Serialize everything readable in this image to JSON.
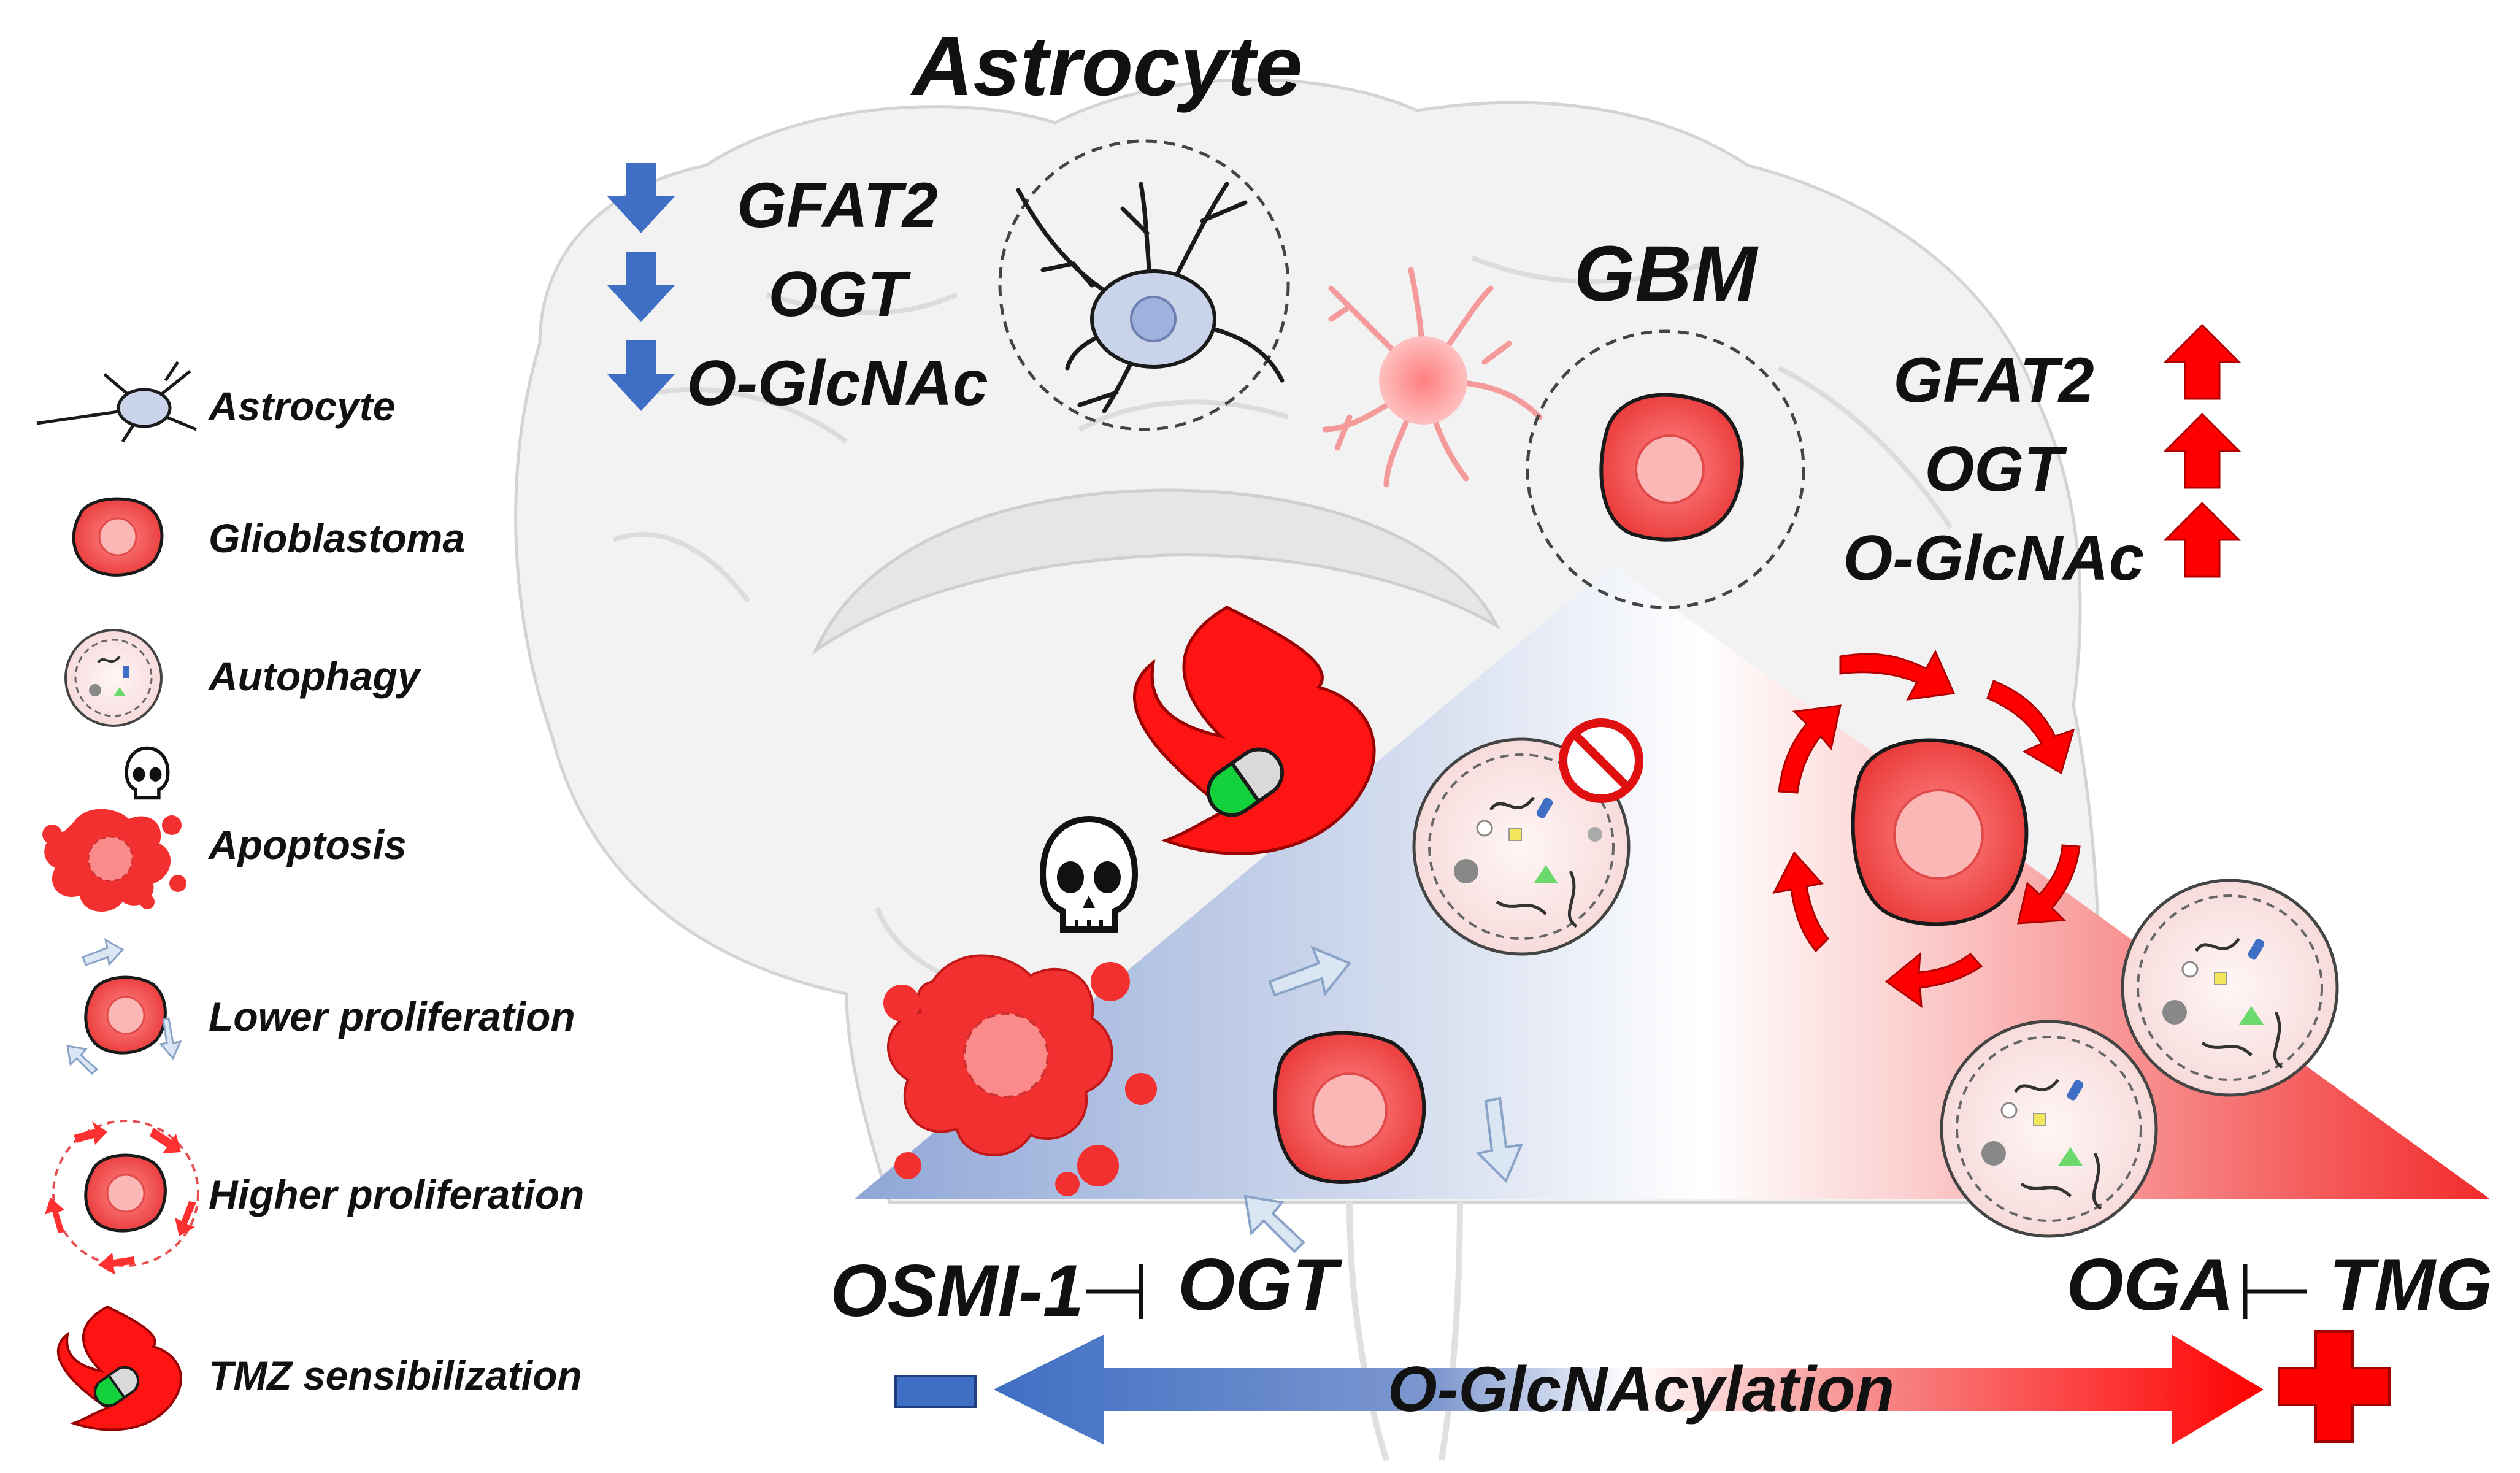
{
  "title": "Astrocyte",
  "gbm_label": "GBM",
  "astrocyte_markers": [
    "GFAT2",
    "OGT",
    "O-GlcNAc"
  ],
  "gbm_markers": [
    "GFAT2",
    "OGT",
    "O-GlcNAc"
  ],
  "legend": [
    {
      "label": "Astrocyte",
      "icon": "astrocyte-icon"
    },
    {
      "label": "Glioblastoma",
      "icon": "glioblastoma-cell-icon"
    },
    {
      "label": "Autophagy",
      "icon": "autophagy-icon"
    },
    {
      "label": "Apoptosis",
      "icon": "apoptosis-icon"
    },
    {
      "label": "Lower proliferation",
      "icon": "lower-proliferation-icon"
    },
    {
      "label": "Higher proliferation",
      "icon": "higher-proliferation-icon"
    },
    {
      "label": "TMZ sensibilization",
      "icon": "tmz-sensibilization-icon"
    }
  ],
  "inhibition_left": {
    "inhibitor": "OSMI-1",
    "target": "OGT"
  },
  "inhibition_right": {
    "target": "OGA",
    "inhibitor": "TMG"
  },
  "axis": {
    "label": "O-GlcNAcylation",
    "minus": "minus-sign",
    "plus": "plus-sign"
  },
  "colors": {
    "down": "#3f6fc4",
    "up": "#ff0000",
    "cell_red": "#f25b5b",
    "brain": "#f2f2f2"
  }
}
